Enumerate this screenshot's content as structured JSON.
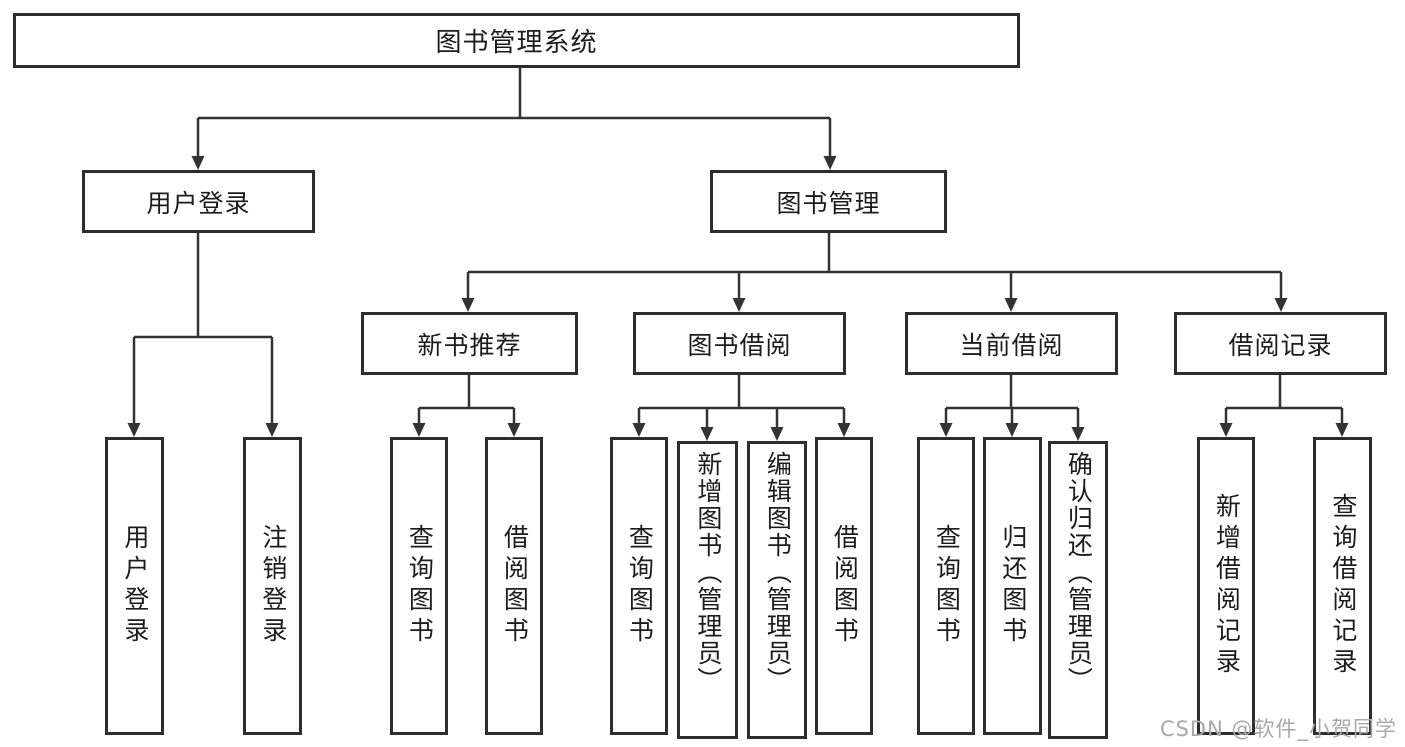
{
  "diagram": {
    "type": "tree",
    "tree": {
      "root": {
        "label": "图书管理系统"
      },
      "branches": [
        {
          "label": "用户登录",
          "children": [
            {
              "label": "用户登录"
            },
            {
              "label": "注销登录"
            }
          ]
        },
        {
          "label": "图书管理",
          "groups": [
            {
              "label": "新书推荐",
              "children": [
                {
                  "label": "查询图书"
                },
                {
                  "label": "借阅图书"
                }
              ]
            },
            {
              "label": "图书借阅",
              "children": [
                {
                  "label": "查询图书"
                },
                {
                  "label": "新增图书（管理员）"
                },
                {
                  "label": "编辑图书（管理员）"
                },
                {
                  "label": "借阅图书"
                }
              ]
            },
            {
              "label": "当前借阅",
              "children": [
                {
                  "label": "查询图书"
                },
                {
                  "label": "归还图书"
                },
                {
                  "label": "确认归还（管理员）"
                }
              ]
            },
            {
              "label": "借阅记录",
              "children": [
                {
                  "label": "新增借阅记录"
                },
                {
                  "label": "查询借阅记录"
                }
              ]
            }
          ]
        }
      ]
    },
    "watermark": "CSDN @软件_小贺同学",
    "colors": {
      "line": "#333333",
      "box_border": "#2d2d2d",
      "text": "#1c1c1c",
      "watermark": "#a9a9a9",
      "background": "#ffffff"
    }
  }
}
